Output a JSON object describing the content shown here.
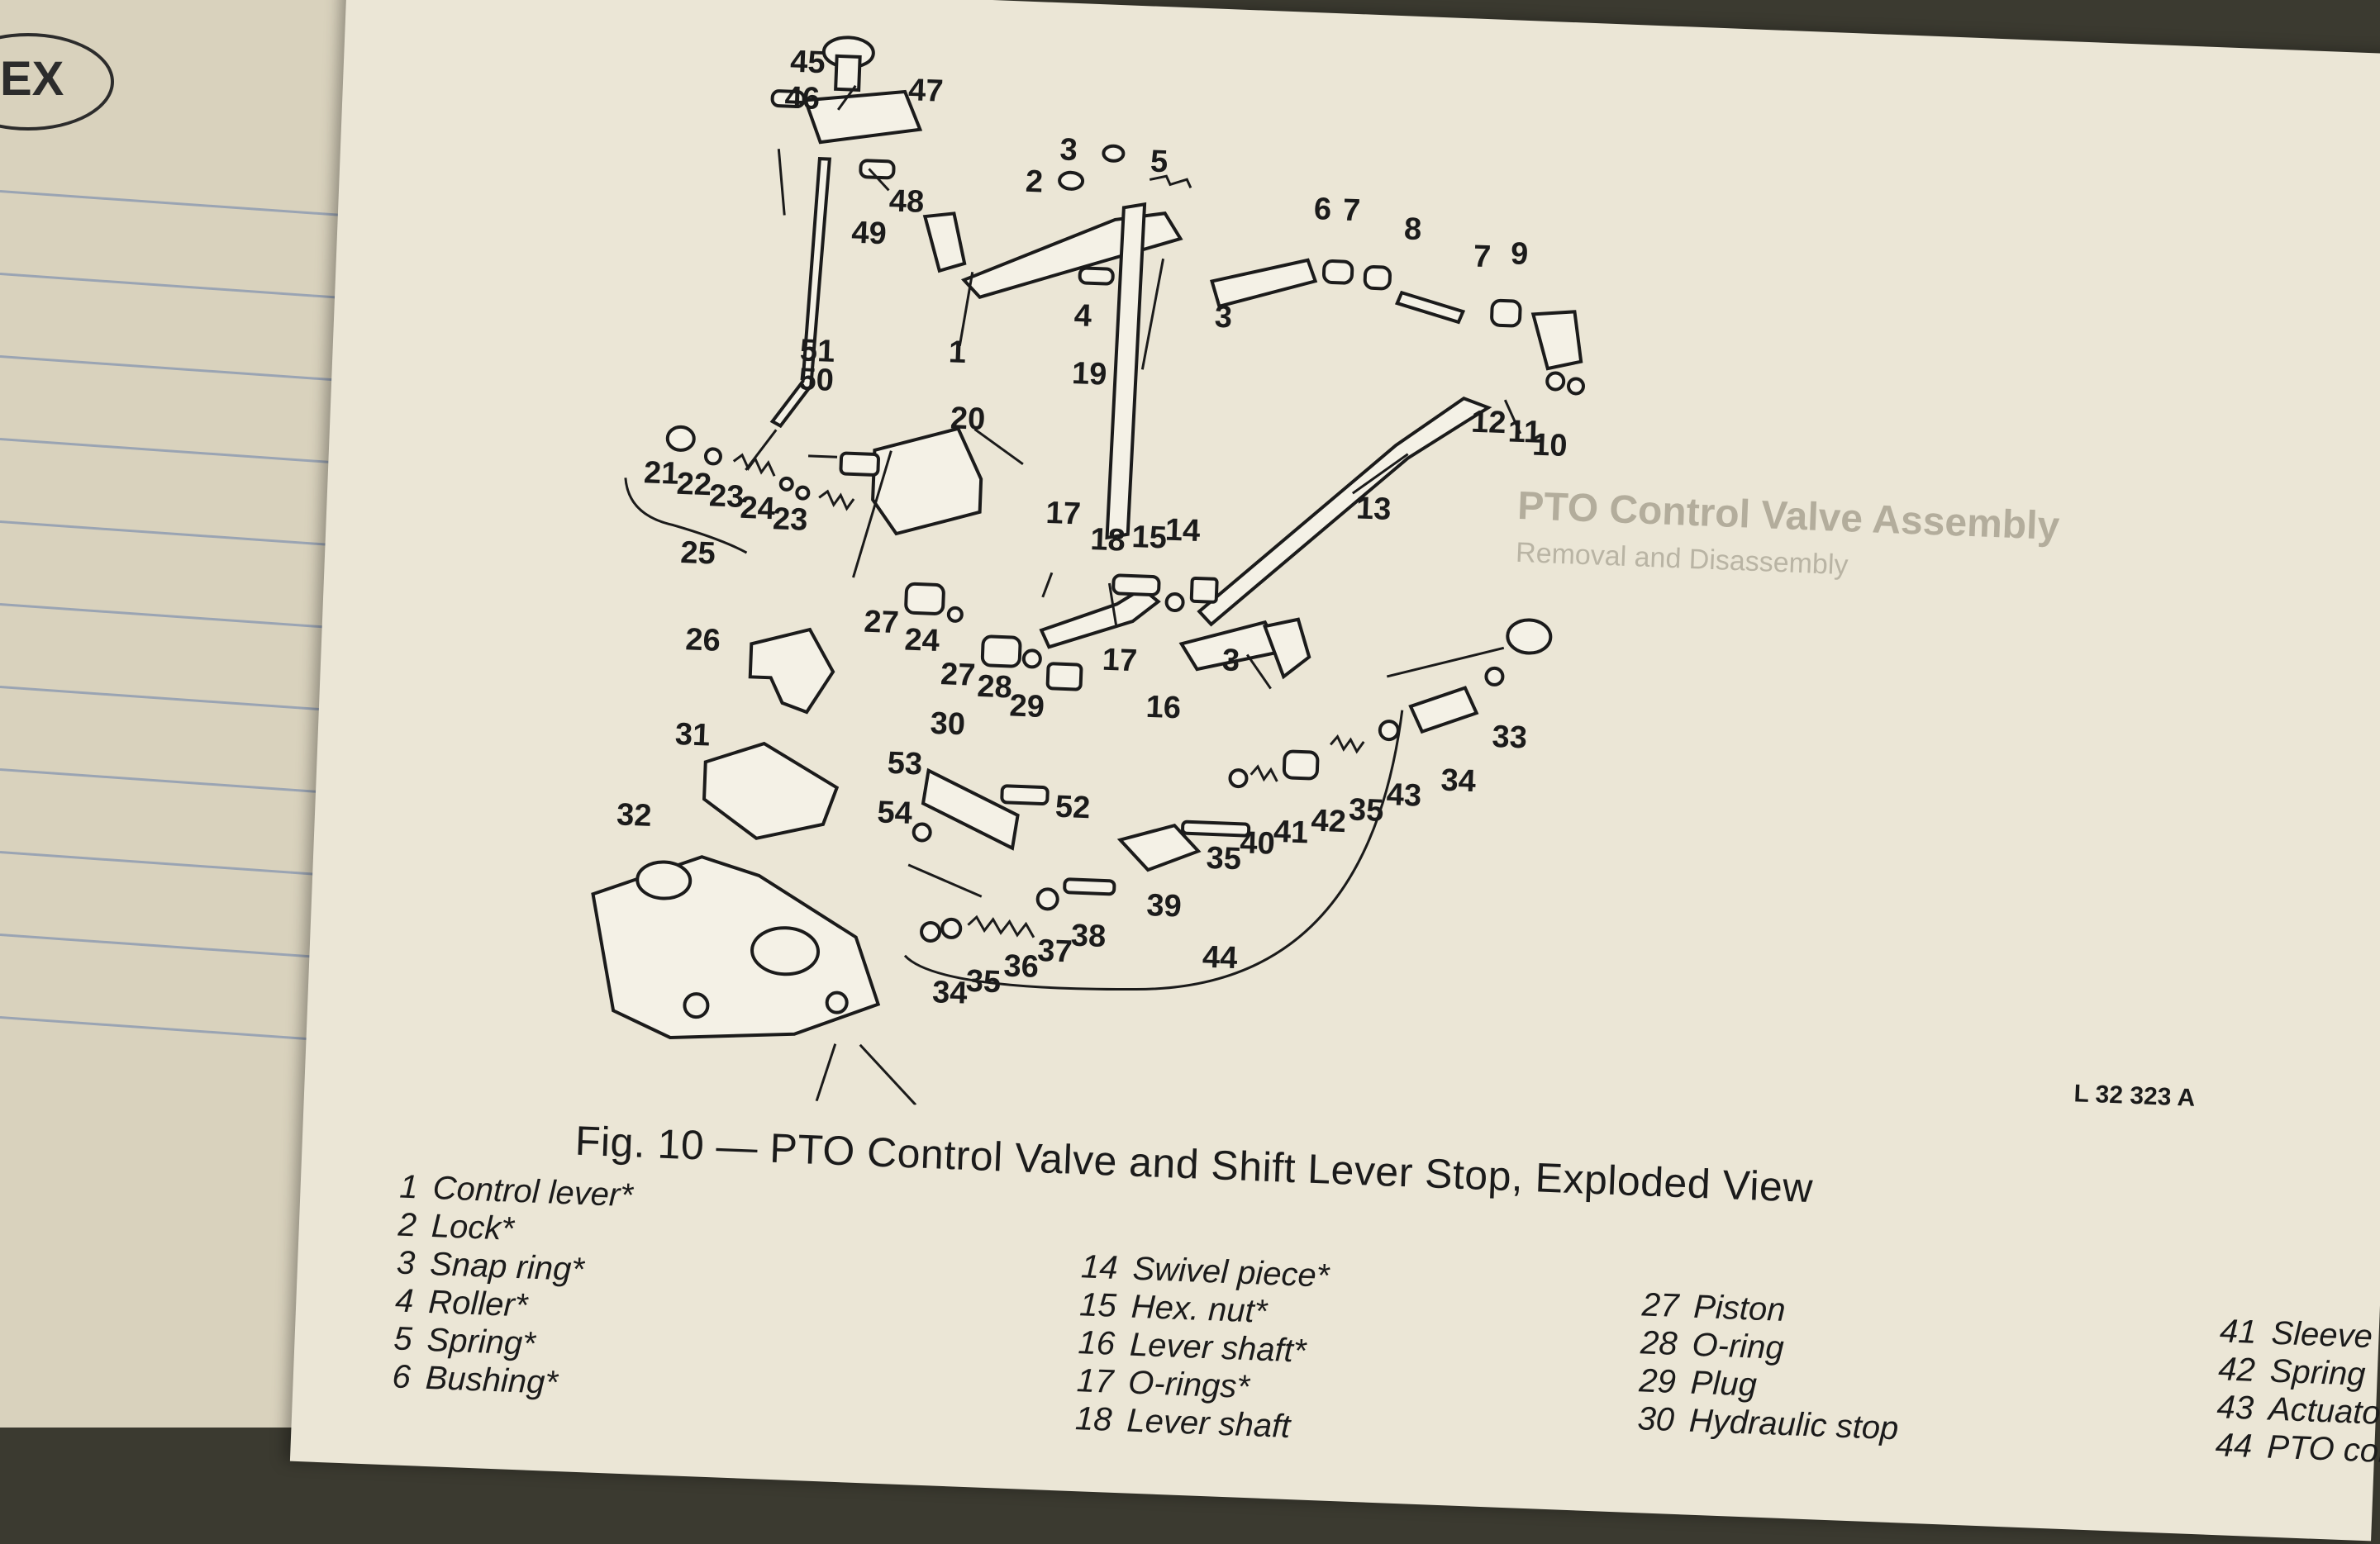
{
  "notebook": {
    "tab_text": "EX"
  },
  "figure": {
    "caption": "Fig. 10 — PTO Control Valve and Shift Lever Stop, Exploded View",
    "code": "L 32 323 A"
  },
  "background_text": {
    "heading": "PTO Control Valve Assembly",
    "subheading": "Removal and Disassembly"
  },
  "callouts": {
    "c1": "1",
    "c2": "2",
    "c3a": "3",
    "c3b": "3",
    "c3c": "3",
    "c4": "4",
    "c5": "5",
    "c6": "6",
    "c7a": "7",
    "c7b": "7",
    "c8": "8",
    "c9": "9",
    "c10": "10",
    "c11": "11",
    "c12": "12",
    "c13": "13",
    "c14": "14",
    "c15": "15",
    "c16": "16",
    "c17a": "17",
    "c17b": "17",
    "c18": "18",
    "c19": "19",
    "c20": "20",
    "c21": "21",
    "c22": "22",
    "c23a": "23",
    "c23b": "23",
    "c24a": "24",
    "c24b": "24",
    "c25": "25",
    "c26": "26",
    "c27a": "27",
    "c27b": "27",
    "c28": "28",
    "c29": "29",
    "c30": "30",
    "c31": "31",
    "c32": "32",
    "c33": "33",
    "c34a": "34",
    "c34b": "34",
    "c35a": "35",
    "c35b": "35",
    "c35c": "35",
    "c36": "36",
    "c37": "37",
    "c38": "38",
    "c39": "39",
    "c40": "40",
    "c41": "41",
    "c42": "42",
    "c43": "43",
    "c44": "44",
    "c45": "45",
    "c46": "46",
    "c47": "47",
    "c48": "48",
    "c49": "49",
    "c50": "50",
    "c51": "51",
    "c52": "52",
    "c53": "53",
    "c54": "54"
  },
  "legend": {
    "col1": [
      {
        "num": "1",
        "label": "Control lever*"
      },
      {
        "num": "2",
        "label": "Lock*"
      },
      {
        "num": "3",
        "label": "Snap ring*"
      },
      {
        "num": "4",
        "label": "Roller*"
      },
      {
        "num": "5",
        "label": "Spring*"
      },
      {
        "num": "6",
        "label": "Bushing*"
      }
    ],
    "col2": [
      {
        "num": "14",
        "label": "Swivel piece*"
      },
      {
        "num": "15",
        "label": "Hex. nut*"
      },
      {
        "num": "16",
        "label": "Lever shaft*"
      },
      {
        "num": "17",
        "label": "O-rings*"
      },
      {
        "num": "18",
        "label": "Lever shaft"
      }
    ],
    "col3": [
      {
        "num": "27",
        "label": "Piston"
      },
      {
        "num": "28",
        "label": "O-ring"
      },
      {
        "num": "29",
        "label": "Plug"
      },
      {
        "num": "30",
        "label": "Hydraulic stop"
      }
    ],
    "col4": [
      {
        "num": "41",
        "label": "Sleeve"
      },
      {
        "num": "42",
        "label": "Spring"
      },
      {
        "num": "43",
        "label": "Actuator"
      },
      {
        "num": "44",
        "label": "PTO control"
      }
    ]
  }
}
